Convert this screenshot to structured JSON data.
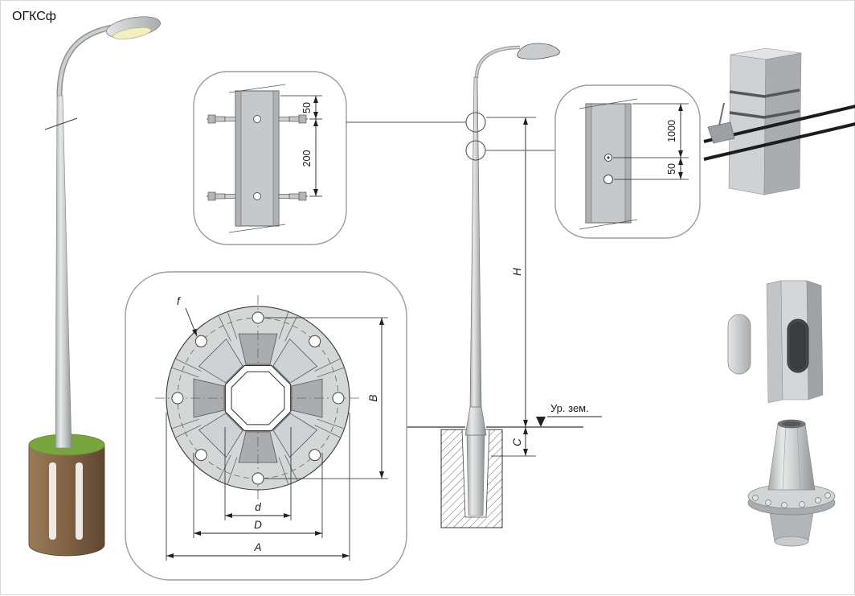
{
  "title": "ОГКСф",
  "clamp_detail": {
    "offset_top": "50",
    "spacing": "200"
  },
  "hole_detail": {
    "offset_top": "1000",
    "spacing": "50"
  },
  "elevation": {
    "height_label": "H",
    "embed_label": "C",
    "ground_label": "Ур. зем."
  },
  "flange_plan": {
    "hole_label": "f",
    "span_label": "B",
    "inner_label": "d",
    "mid_label": "D",
    "outer_label": "A"
  }
}
